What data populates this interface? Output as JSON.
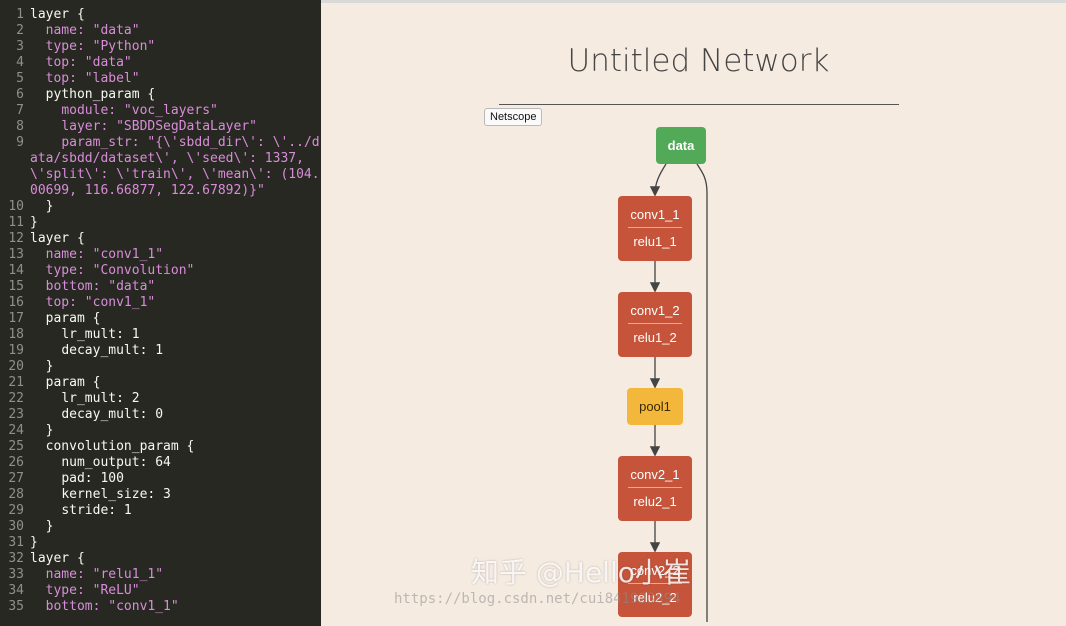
{
  "editor": {
    "lines": [
      {
        "n": "1",
        "text": "layer {",
        "cls": ""
      },
      {
        "n": "2",
        "text": "  name: \"data\"",
        "cls": "c-str"
      },
      {
        "n": "3",
        "text": "  type: \"Python\"",
        "cls": "c-str"
      },
      {
        "n": "4",
        "text": "  top: \"data\"",
        "cls": "c-str"
      },
      {
        "n": "5",
        "text": "  top: \"label\"",
        "cls": "c-str"
      },
      {
        "n": "6",
        "text": "  python_param {",
        "cls": ""
      },
      {
        "n": "7",
        "text": "    module: \"voc_layers\"",
        "cls": "c-str"
      },
      {
        "n": "8",
        "text": "    layer: \"SBDDSegDataLayer\"",
        "cls": "c-str"
      },
      {
        "n": "9",
        "text": "    param_str: \"{\\'sbdd_dir\\': \\'../data/sbdd/dataset\\', \\'seed\\': 1337, \\'split\\': \\'train\\', \\'mean\\': (104.00699, 116.66877, 122.67892)}\"",
        "cls": "c-str"
      },
      {
        "n": "10",
        "text": "  }",
        "cls": ""
      },
      {
        "n": "11",
        "text": "}",
        "cls": ""
      },
      {
        "n": "12",
        "text": "layer {",
        "cls": ""
      },
      {
        "n": "13",
        "text": "  name: \"conv1_1\"",
        "cls": "c-str"
      },
      {
        "n": "14",
        "text": "  type: \"Convolution\"",
        "cls": "c-str"
      },
      {
        "n": "15",
        "text": "  bottom: \"data\"",
        "cls": "c-str"
      },
      {
        "n": "16",
        "text": "  top: \"conv1_1\"",
        "cls": "c-str"
      },
      {
        "n": "17",
        "text": "  param {",
        "cls": ""
      },
      {
        "n": "18",
        "text": "    lr_mult: 1",
        "cls": "c-num"
      },
      {
        "n": "19",
        "text": "    decay_mult: 1",
        "cls": "c-num"
      },
      {
        "n": "20",
        "text": "  }",
        "cls": ""
      },
      {
        "n": "21",
        "text": "  param {",
        "cls": ""
      },
      {
        "n": "22",
        "text": "    lr_mult: 2",
        "cls": "c-num"
      },
      {
        "n": "23",
        "text": "    decay_mult: 0",
        "cls": "c-num"
      },
      {
        "n": "24",
        "text": "  }",
        "cls": ""
      },
      {
        "n": "25",
        "text": "  convolution_param {",
        "cls": ""
      },
      {
        "n": "26",
        "text": "    num_output: 64",
        "cls": "c-num"
      },
      {
        "n": "27",
        "text": "    pad: 100",
        "cls": "c-num"
      },
      {
        "n": "28",
        "text": "    kernel_size: 3",
        "cls": "c-num"
      },
      {
        "n": "29",
        "text": "    stride: 1",
        "cls": "c-num"
      },
      {
        "n": "30",
        "text": "  }",
        "cls": ""
      },
      {
        "n": "31",
        "text": "}",
        "cls": ""
      },
      {
        "n": "32",
        "text": "layer {",
        "cls": ""
      },
      {
        "n": "33",
        "text": "  name: \"relu1_1\"",
        "cls": "c-str"
      },
      {
        "n": "34",
        "text": "  type: \"ReLU\"",
        "cls": "c-str"
      },
      {
        "n": "35",
        "text": "  bottom: \"conv1_1\"",
        "cls": "c-str"
      }
    ]
  },
  "viewer": {
    "title": "Untitled Network",
    "netscope_button": "Netscope",
    "nodes": [
      {
        "id": "data",
        "l1": "data",
        "l2": "",
        "kind": "green"
      },
      {
        "id": "conv1_1",
        "l1": "conv1_1",
        "l2": "relu1_1",
        "kind": "red"
      },
      {
        "id": "conv1_2",
        "l1": "conv1_2",
        "l2": "relu1_2",
        "kind": "red"
      },
      {
        "id": "pool1",
        "l1": "pool1",
        "l2": "",
        "kind": "yellow"
      },
      {
        "id": "conv2_1",
        "l1": "conv2_1",
        "l2": "relu2_1",
        "kind": "red"
      },
      {
        "id": "conv2_2",
        "l1": "conv2_2",
        "l2": "relu2_2",
        "kind": "red"
      }
    ],
    "colors": {
      "data": "#52a957",
      "conv": "#c5543a",
      "pool": "#f3b73b",
      "background": "#f6ebe1",
      "editor_bg": "#272822"
    }
  },
  "watermark": {
    "text": "知乎 @Hello小崔",
    "url": "https://blog.csdn.net/cui841923894"
  }
}
